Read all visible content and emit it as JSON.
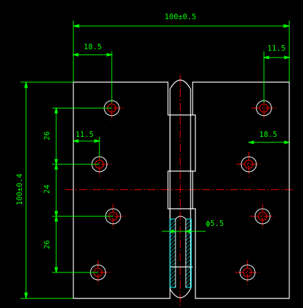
{
  "drawing": {
    "dimensions": {
      "total_width": "100±0.5",
      "left_hole_offset": "18.5",
      "right_edge_offset": "11.5",
      "left_inner_offset": "11.5",
      "right_inner_offset": "18.5",
      "total_height": "100±0.4",
      "upper_spacing": "26",
      "middle_spacing": "24",
      "lower_spacing": "26",
      "pin_diameter": "ϕ5.5"
    },
    "colors": {
      "background": "#000000",
      "outline": "#ffffff",
      "dimension": "#00ff00",
      "centerline": "#ff0000",
      "hatch": "#00ffff"
    }
  }
}
